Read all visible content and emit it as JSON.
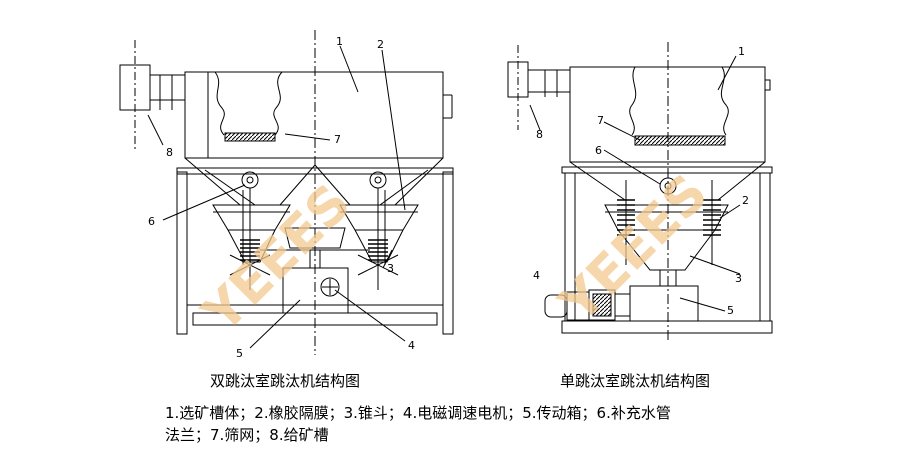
{
  "left_caption": "双跳汰室跳汰机结构图",
  "right_caption": "单跳汰室跳汰机结构图",
  "legend_line1": "1.选矿槽体；2.橡胶隔膜；3.锥斗；4.电磁调速电机；5.传动箱；6.补充水管",
  "legend_line2": "法兰；7.筛网；8.给矿槽",
  "watermark": "YEEES",
  "left_labels": {
    "l1": "1",
    "l2": "2",
    "l3": "3",
    "l4": "4",
    "l5": "5",
    "l6": "6",
    "l7": "7",
    "l8": "8"
  },
  "right_labels": {
    "l1": "1",
    "l2": "2",
    "l3": "3",
    "l4": "4",
    "l5": "5",
    "l6": "6",
    "l7": "7",
    "l8": "8"
  },
  "colors": {
    "line": "#000000",
    "watermark": "#f3c98f"
  }
}
